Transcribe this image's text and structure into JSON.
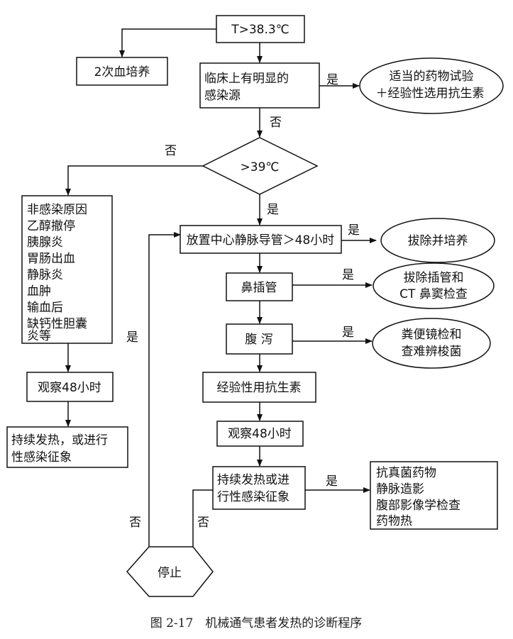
{
  "nodes": {
    "temp": "T>38.3℃",
    "blood_culture": "2次血培养",
    "infection_source": [
      "临床上有明显的",
      "感染源"
    ],
    "drug_trial": [
      "适当的药物试验",
      "＋经验性选用抗生素"
    ],
    "over39": ">39℃",
    "noninfect": [
      "非感染原因",
      "乙醇撤停",
      "胰腺炎",
      "胃肠出血",
      "静脉炎",
      "血肿",
      "输血后",
      "缺钙性胆囊",
      "炎等"
    ],
    "observe48_left": "观察48小时",
    "persistent_left": [
      "持续发热，或进行",
      "性感染征象"
    ],
    "central_line": "放置中心静脉导管＞48小时",
    "remove_culture": "拔除并培养",
    "nasal_tube": "鼻插管",
    "remove_ct": [
      "拔除插管和",
      "CT 鼻窦检查"
    ],
    "diarrhea": "腹 泻",
    "stool_exam": [
      "粪便镜检和",
      "查难辨梭菌"
    ],
    "empiric_abx": "经验性用抗生素",
    "observe48_right": "观察48小时",
    "persistent_right": [
      "持续发热或进",
      "行性感染征象"
    ],
    "antifungal": [
      "抗真菌药物",
      "静脉造影",
      "腹部影像学检查",
      "药物热"
    ],
    "stop": "停止"
  },
  "edge_labels": {
    "yes": "是",
    "no": "否"
  },
  "caption": "图 2-17　机械通气患者发热的诊断程序"
}
